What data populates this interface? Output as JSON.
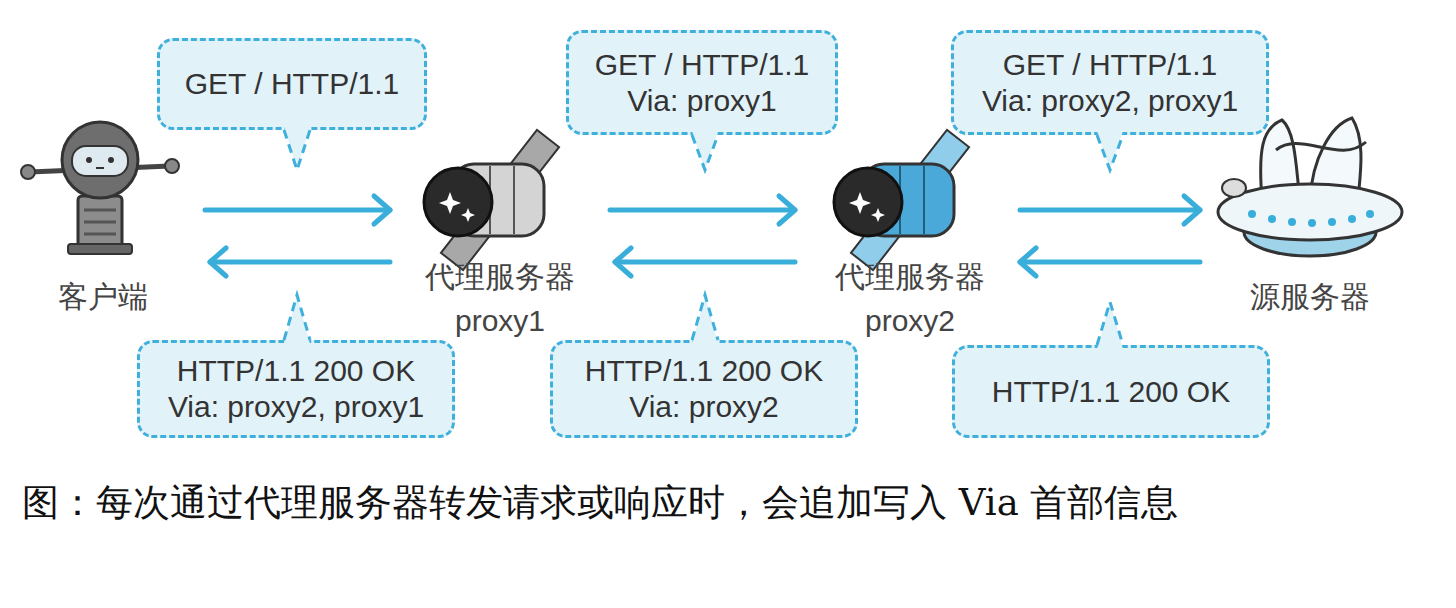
{
  "diagram": {
    "caption": "图：每次通过代理服务器转发请求或响应时，会追加写入 Via 首部信息",
    "nodes": [
      {
        "text": [
          "GET / HTTP/1.1"
        ]
      },
      {
        "text": [
          "GET / HTTP/1.1",
          "Via: proxy1"
        ]
      },
      {
        "text": [
          "GET / HTTP/1.1",
          "Via: proxy2, proxy1"
        ]
      },
      {
        "text": [
          "客户端"
        ]
      },
      {
        "text": [
          "代理服务器",
          "proxy1"
        ]
      },
      {
        "text": [
          "代理服务器",
          "proxy2"
        ]
      },
      {
        "text": [
          "源服务器"
        ]
      },
      {
        "text": [
          "HTTP/1.1 200 OK",
          "Via: proxy2, proxy1"
        ]
      },
      {
        "text": [
          "HTTP/1.1 200 OK",
          "Via: proxy2"
        ]
      },
      {
        "text": [
          "HTTP/1.1 200 OK"
        ]
      }
    ],
    "edges": [
      {
        "from": 3,
        "to": 4,
        "arrow": "to"
      },
      {
        "from": 4,
        "to": 3,
        "arrow": "to"
      },
      {
        "from": 4,
        "to": 5,
        "arrow": "to"
      },
      {
        "from": 5,
        "to": 4,
        "arrow": "to"
      },
      {
        "from": 5,
        "to": 6,
        "arrow": "to"
      },
      {
        "from": 6,
        "to": 5,
        "arrow": "to"
      }
    ]
  }
}
